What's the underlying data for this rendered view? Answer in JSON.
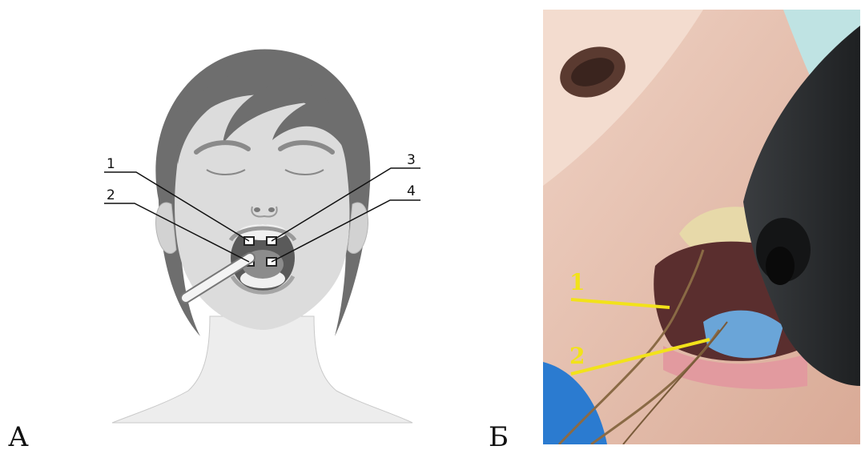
{
  "panel_a": {
    "label": "А",
    "callouts": [
      "1",
      "2",
      "3",
      "4"
    ]
  },
  "panel_b": {
    "label": "Б",
    "callouts": [
      "1",
      "2"
    ],
    "colors": {
      "callout": "#f2e21a",
      "glove": "#2b7bd0",
      "device": "#2a2d30",
      "skin": "#e8c4b3"
    }
  }
}
